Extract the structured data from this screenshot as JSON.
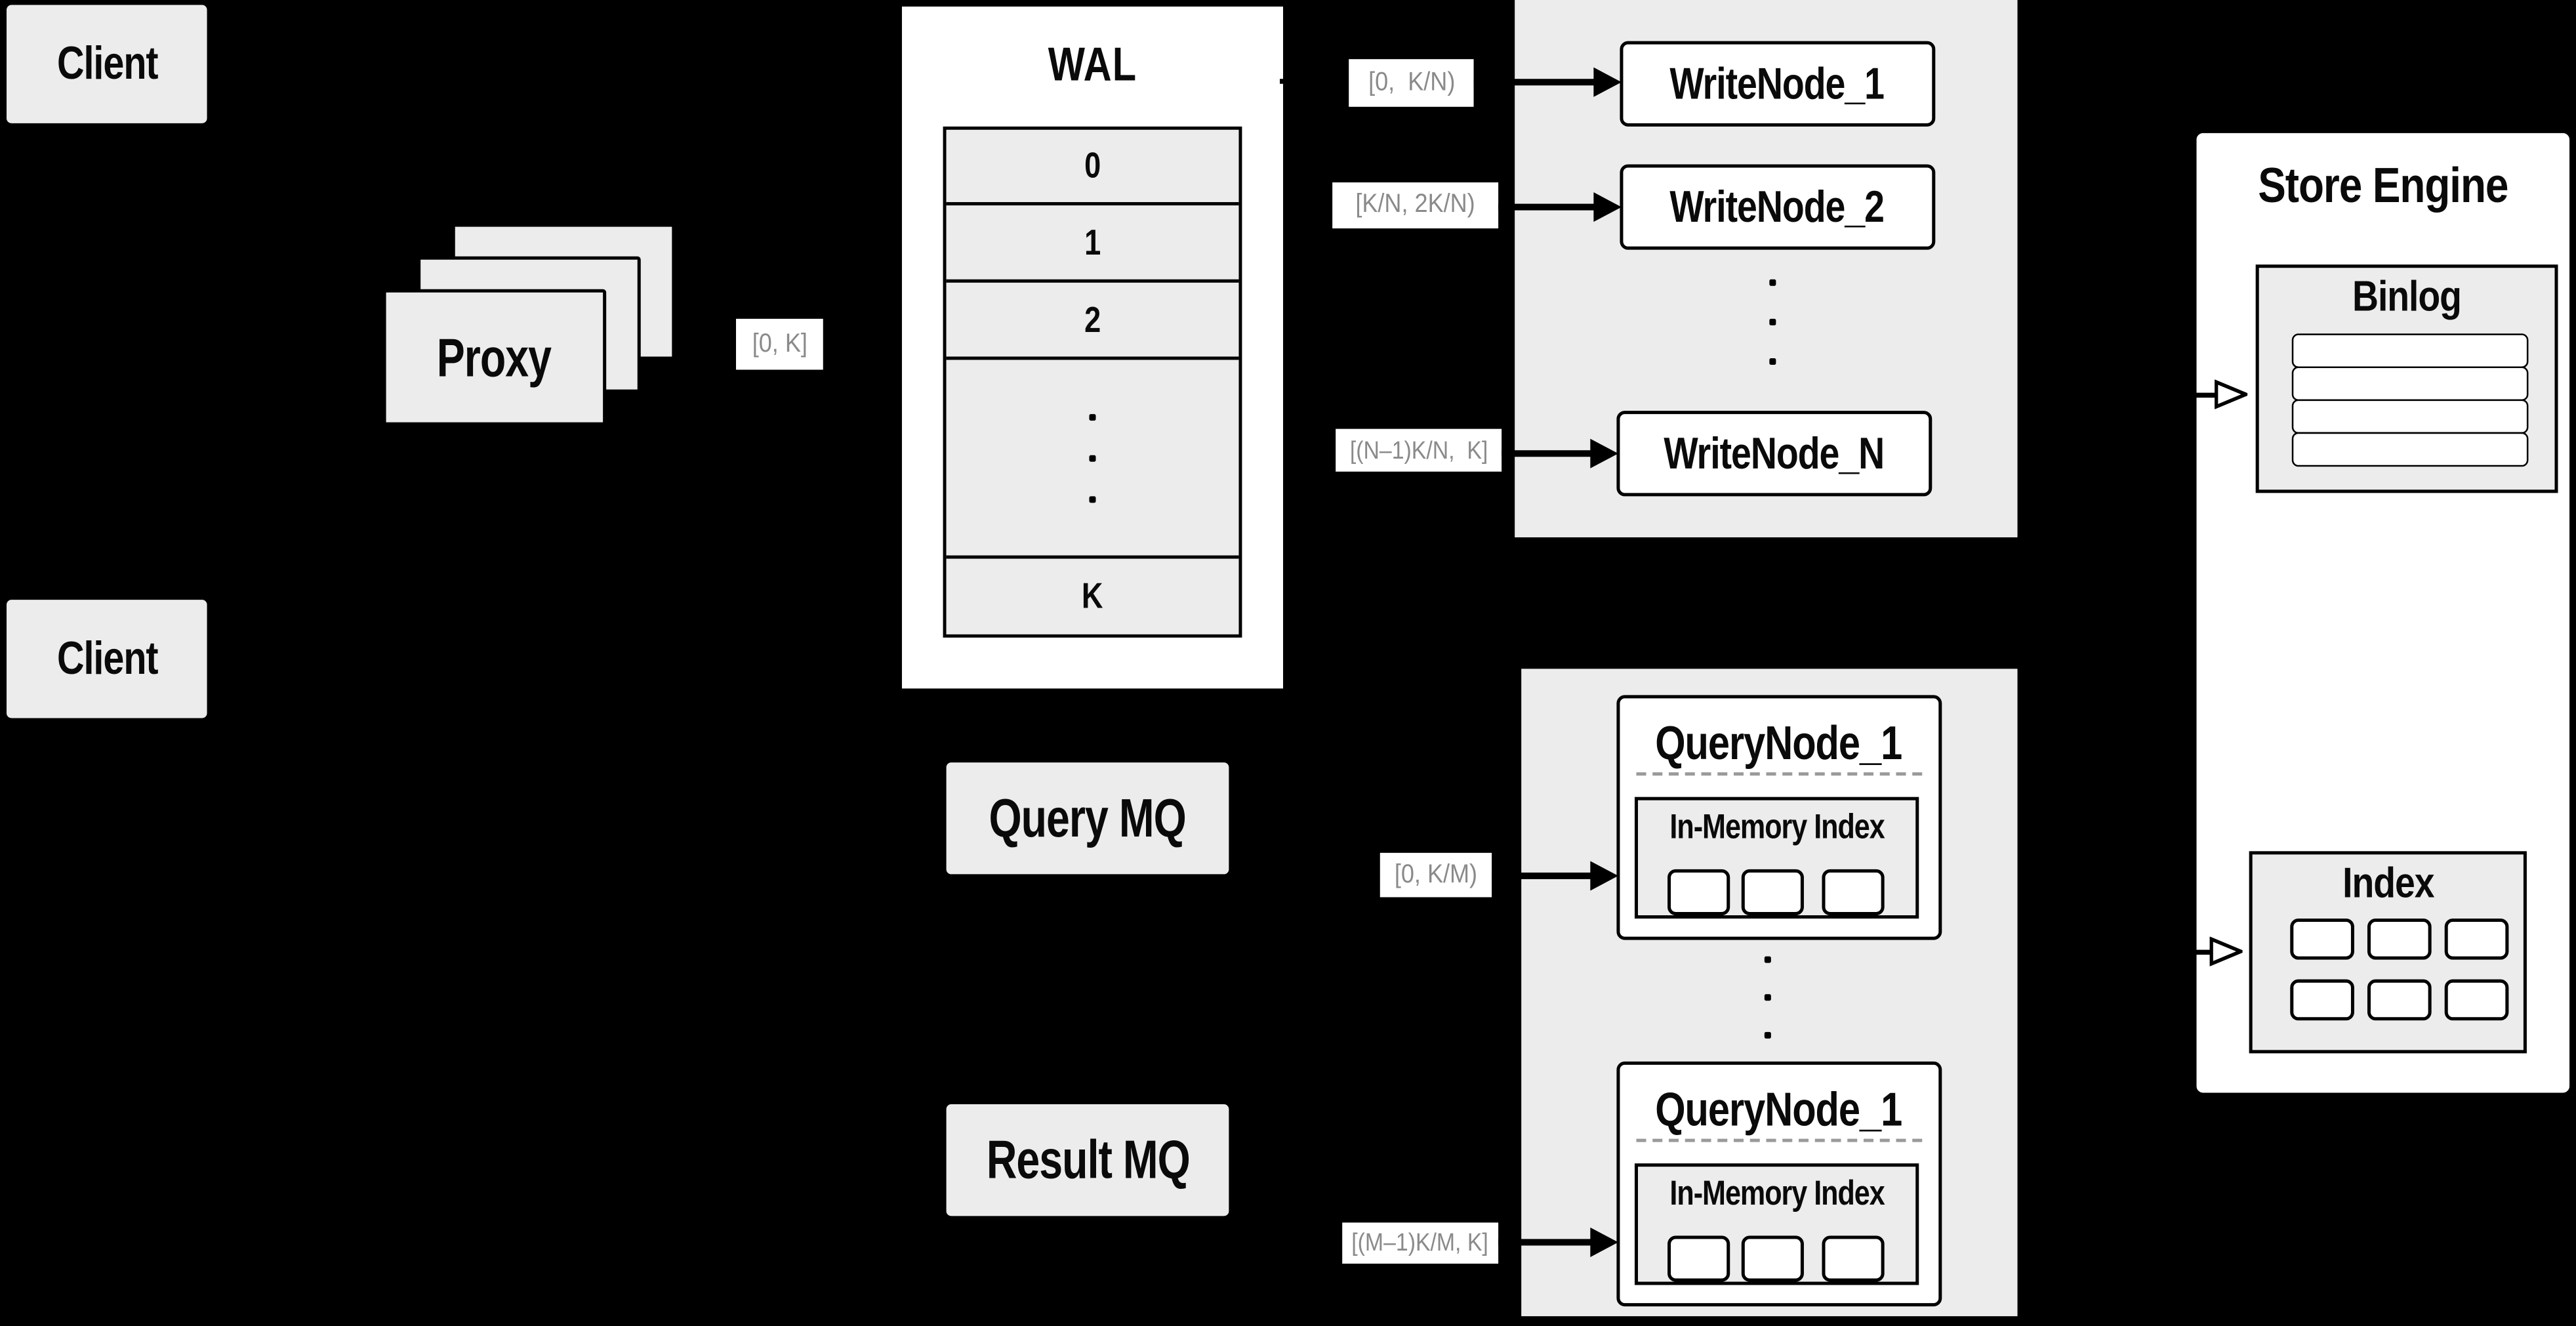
{
  "colors": {
    "background": "#000000",
    "panel_fill": "#ececec",
    "box_fill": "#ffffff",
    "line": "#000000",
    "range_text": "#8a8a8a"
  },
  "clients": {
    "top_label": "Client",
    "bottom_label": "Client"
  },
  "proxy": {
    "label": "Proxy"
  },
  "ranges": {
    "proxy_to_wal": "[0, K]",
    "write_1": "[0,  K/N)",
    "write_2": "[K/N, 2K/N)",
    "write_n": "[(N–1)K/N,  K]",
    "query_1": "[0, K/M)",
    "query_m": "[(M–1)K/M, K]"
  },
  "wal": {
    "title": "WAL",
    "segments": [
      "0",
      "1",
      "2"
    ],
    "last_segment": "K"
  },
  "write_nodes": {
    "node_1": "WriteNode_1",
    "node_2": "WriteNode_2",
    "node_n": "WriteNode_N"
  },
  "store_engine": {
    "title": "Store Engine",
    "binlog_title": "Binlog",
    "index_title": "Index",
    "binlog_rows": 4,
    "index_cells": 6
  },
  "message_queues": {
    "query": "Query MQ",
    "result": "Result MQ"
  },
  "query_nodes": {
    "node_top": {
      "title": "QueryNode_1",
      "memory_label": "In-Memory Index"
    },
    "node_bottom": {
      "title": "QueryNode_1",
      "memory_label": "In-Memory Index"
    }
  }
}
